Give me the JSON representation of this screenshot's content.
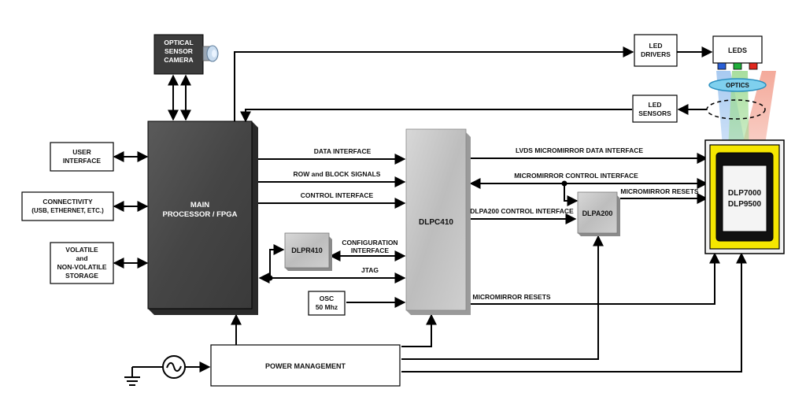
{
  "blocks": {
    "optical_sensor_camera": [
      "OPTICAL",
      "SENSOR",
      "CAMERA"
    ],
    "user_interface": [
      "USER",
      "INTERFACE"
    ],
    "connectivity": [
      "CONNECTIVITY",
      "(USB, ETHERNET, ETC.)"
    ],
    "storage": [
      "VOLATILE",
      "and",
      "NON-VOLATILE",
      "STORAGE"
    ],
    "main_processor": [
      "MAIN",
      "PROCESSOR / FPGA"
    ],
    "dlpr410": "DLPR410",
    "osc": [
      "OSC",
      "50 Mhz"
    ],
    "dlpc410": "DLPC410",
    "dlpa200": "DLPA200",
    "power_management": "POWER MANAGEMENT",
    "led_drivers": [
      "LED",
      "DRIVERS"
    ],
    "leds": "LEDS",
    "optics": "OPTICS",
    "led_sensors": [
      "LED",
      "SENSORS"
    ],
    "dmd": [
      "DLP7000",
      "DLP9500"
    ]
  },
  "signals": {
    "data_interface": "DATA INTERFACE",
    "row_block_signals": "ROW and BLOCK SIGNALS",
    "control_interface": "CONTROL INTERFACE",
    "configuration_interface": [
      "CONFIGURATION",
      "INTERFACE"
    ],
    "jtag": "JTAG",
    "lvds_micromirror_data_interface": "LVDS MICROMIRROR DATA INTERFACE",
    "micromirror_control_interface": "MICROMIRROR CONTROL INTERFACE",
    "micromirror_resets_dlpa200": "MICROMIRROR RESETS",
    "dlpa200_control_interface": "DLPA200 CONTROL INTERFACE",
    "micromirror_resets_dlpc410": "MICROMIRROR RESETS"
  },
  "icons": {
    "ac_source": "ac-source-icon",
    "ground": "ground-icon",
    "camera_lens": "camera-lens-icon"
  },
  "colors": {
    "processor_gray": "#4a4a4a",
    "controller_gray": "#c8c8c8",
    "dmd_yellow": "#f5e600",
    "led_red": "#e0281e",
    "led_green": "#1fae3a",
    "led_blue": "#2a5fd6",
    "optics_blue": "#5fc4e6"
  }
}
